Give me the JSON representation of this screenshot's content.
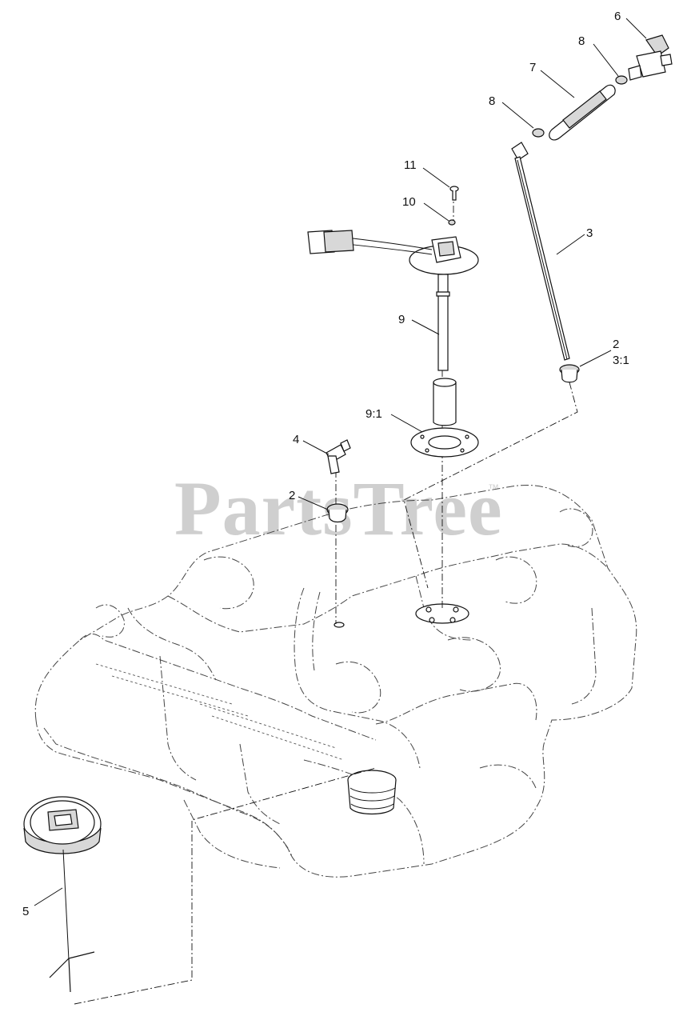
{
  "watermark": {
    "text": "PartsTree",
    "tm": "™"
  },
  "callouts": [
    {
      "id": "c6",
      "label": "6"
    },
    {
      "id": "c8a",
      "label": "8"
    },
    {
      "id": "c7",
      "label": "7"
    },
    {
      "id": "c8b",
      "label": "8"
    },
    {
      "id": "c11",
      "label": "11"
    },
    {
      "id": "c10",
      "label": "10"
    },
    {
      "id": "c3",
      "label": "3"
    },
    {
      "id": "c9",
      "label": "9"
    },
    {
      "id": "c2a",
      "label": "2"
    },
    {
      "id": "c31",
      "label": "3:1"
    },
    {
      "id": "c91",
      "label": "9:1"
    },
    {
      "id": "c4",
      "label": "4"
    },
    {
      "id": "c2b",
      "label": "2"
    },
    {
      "id": "c5",
      "label": "5"
    }
  ]
}
